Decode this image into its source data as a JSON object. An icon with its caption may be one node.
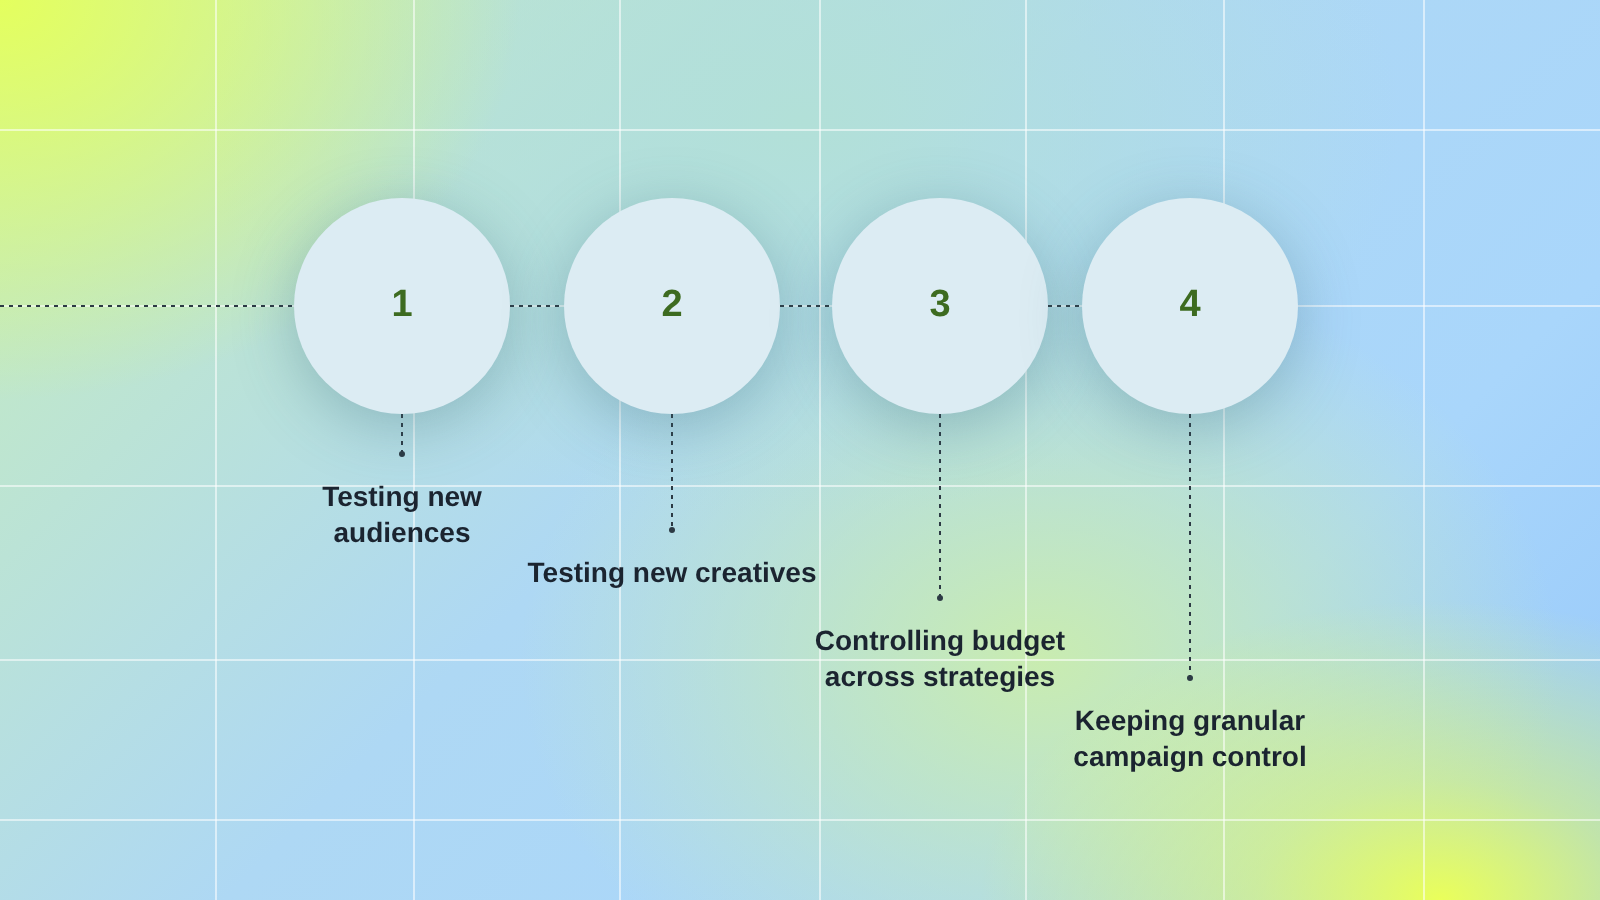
{
  "diagram": {
    "nodes": [
      {
        "text": [
          "1"
        ]
      },
      {
        "text": [
          "2"
        ]
      },
      {
        "text": [
          "3"
        ]
      },
      {
        "text": [
          "4"
        ]
      },
      {
        "text": [
          "Testing new audiences"
        ]
      },
      {
        "text": [
          "Testing new creatives"
        ]
      },
      {
        "text": [
          "Controlling budget across strategies"
        ]
      },
      {
        "text": [
          "Keeping granular campaign control"
        ]
      }
    ],
    "edges": [
      {
        "from": null,
        "to": 0,
        "arrow": "none",
        "style": "dashed"
      },
      {
        "from": 0,
        "to": 1,
        "arrow": "none",
        "style": "dashed"
      },
      {
        "from": 1,
        "to": 2,
        "arrow": "none",
        "style": "dashed"
      },
      {
        "from": 2,
        "to": 3,
        "arrow": "none",
        "style": "dashed"
      },
      {
        "from": 0,
        "to": 4,
        "arrow": "other",
        "style": "dashed"
      },
      {
        "from": 1,
        "to": 5,
        "arrow": "other",
        "style": "dashed"
      },
      {
        "from": 2,
        "to": 6,
        "arrow": "other",
        "style": "dashed"
      },
      {
        "from": 3,
        "to": 7,
        "arrow": "other",
        "style": "dashed"
      }
    ]
  }
}
